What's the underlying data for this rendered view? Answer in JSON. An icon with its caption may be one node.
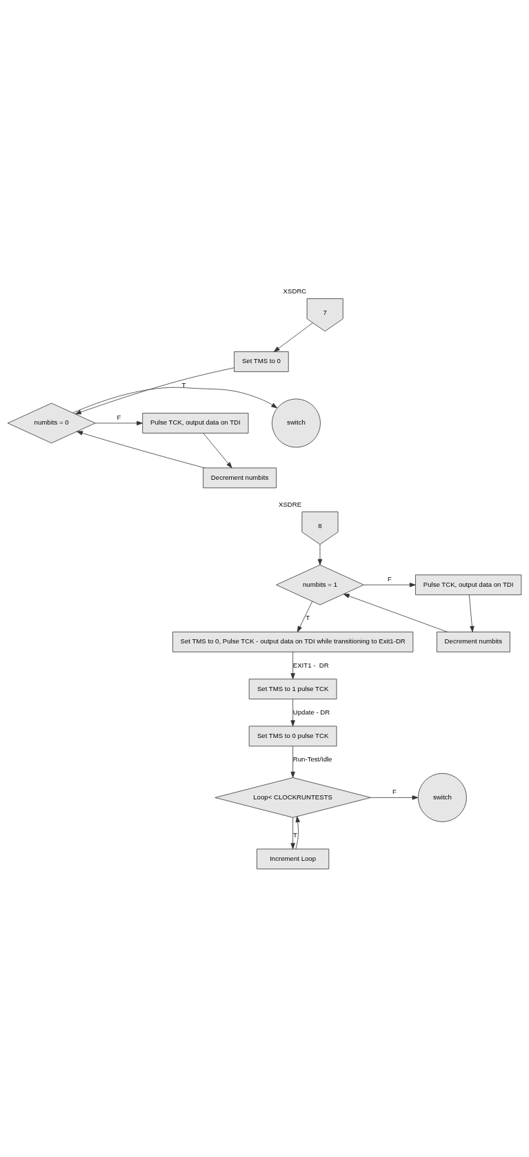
{
  "diagram": {
    "nodes": [
      {
        "text": [
          "7"
        ],
        "beside": [
          "XSDRC"
        ]
      },
      {
        "text": [
          "Set TMS to 0"
        ]
      },
      {
        "text": [
          "numbits = 0"
        ]
      },
      {
        "text": [
          "switch"
        ]
      },
      {
        "text": [
          "Pulse TCK, output data on TDI"
        ]
      },
      {
        "text": [
          "Decrement numbits"
        ]
      },
      {
        "text": [
          "8"
        ],
        "beside": [
          "XSDRE"
        ]
      },
      {
        "text": [
          "numbits = 1"
        ]
      },
      {
        "text": [
          "Set TMS to 0, Pulse TCK - output data on TDI while transitioning to Exit1-DR"
        ]
      },
      {
        "text": [
          "Pulse TCK, output data on TDI"
        ]
      },
      {
        "text": [
          "Decrement numbits"
        ]
      },
      {
        "text": [
          "Set TMS to 1 pulse TCK"
        ]
      },
      {
        "text": [
          "Set TMS to 0 pulse TCK"
        ]
      },
      {
        "text": [
          "Loop< CLOCKRUNTESTS"
        ]
      },
      {
        "text": [
          "switch"
        ]
      },
      {
        "text": [
          "Increment Loop"
        ]
      }
    ],
    "edges": [
      {
        "from": 0,
        "to": 1,
        "arrow": "to"
      },
      {
        "from": 1,
        "to": 2,
        "arrow": "to"
      },
      {
        "from": 2,
        "to": 3,
        "arrow": "to",
        "label": "T"
      },
      {
        "from": 2,
        "to": 4,
        "arrow": "to",
        "label": "F"
      },
      {
        "from": 4,
        "to": 5,
        "arrow": "to"
      },
      {
        "from": 5,
        "to": 2,
        "arrow": "to"
      },
      {
        "from": 6,
        "to": 7,
        "arrow": "to"
      },
      {
        "from": 7,
        "to": 8,
        "arrow": "to",
        "label": "T"
      },
      {
        "from": 7,
        "to": 9,
        "arrow": "to",
        "label": "F"
      },
      {
        "from": 9,
        "to": 10,
        "arrow": "to"
      },
      {
        "from": 10,
        "to": 7,
        "arrow": "to"
      },
      {
        "from": 8,
        "to": 11,
        "arrow": "to",
        "label": "EXIT1 -  DR"
      },
      {
        "from": 11,
        "to": 12,
        "arrow": "to",
        "label": "Update - DR"
      },
      {
        "from": 12,
        "to": 13,
        "arrow": "to",
        "label": "Run-Test/Idle"
      },
      {
        "from": 13,
        "to": 14,
        "arrow": "to",
        "label": "F"
      },
      {
        "from": 13,
        "to": 15,
        "arrow": "to",
        "label": "T"
      },
      {
        "from": 15,
        "to": 13,
        "arrow": "to"
      }
    ]
  }
}
